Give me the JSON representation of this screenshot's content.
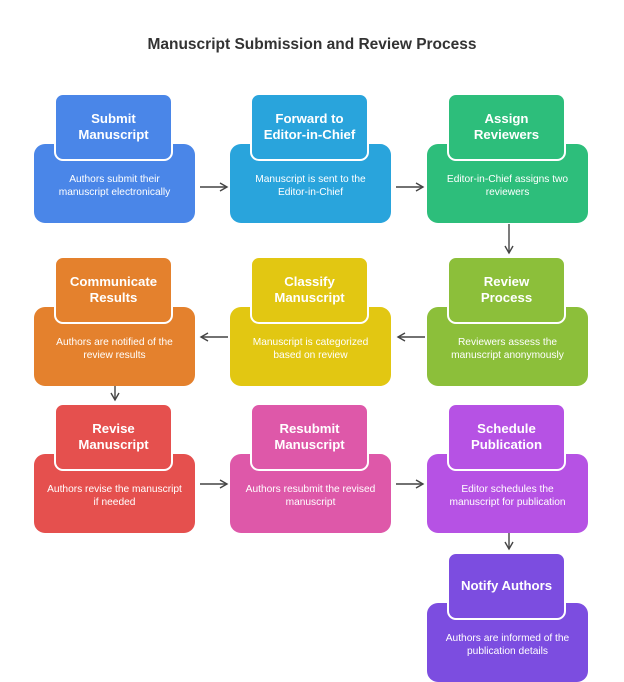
{
  "title": "Manuscript Submission and Review Process",
  "colors": {
    "blue": "#4A86E8",
    "sky": "#29A4DC",
    "green": "#2DBE7B",
    "lime": "#8CBF3A",
    "yellow": "#E2C712",
    "orange": "#E4812D",
    "red": "#E5504E",
    "pink": "#DE58A9",
    "purple": "#B652E4",
    "violet": "#7C4DE0",
    "arrow": "#444444"
  },
  "steps": [
    {
      "label": "Submit Manuscript",
      "description": "Authors submit their manuscript electronically",
      "color": "blue"
    },
    {
      "label": "Forward to Editor-in-Chief",
      "description": "Manuscript is sent to the Editor-in-Chief",
      "color": "sky"
    },
    {
      "label": "Assign Reviewers",
      "description": "Editor-in-Chief assigns two reviewers",
      "color": "green"
    },
    {
      "label": "Review Process",
      "description": "Reviewers assess the manuscript anonymously",
      "color": "lime"
    },
    {
      "label": "Classify Manuscript",
      "description": "Manuscript is categorized based on review",
      "color": "yellow"
    },
    {
      "label": "Communicate Results",
      "description": "Authors are notified of the review results",
      "color": "orange"
    },
    {
      "label": "Revise Manuscript",
      "description": "Authors revise the manuscript if needed",
      "color": "red"
    },
    {
      "label": "Resubmit Manuscript",
      "description": "Authors resubmit the revised manuscript",
      "color": "pink"
    },
    {
      "label": "Schedule Publication",
      "description": "Editor schedules the manuscript for publication",
      "color": "purple"
    },
    {
      "label": "Notify Authors",
      "description": "Authors are informed of the publication details",
      "color": "violet"
    }
  ]
}
